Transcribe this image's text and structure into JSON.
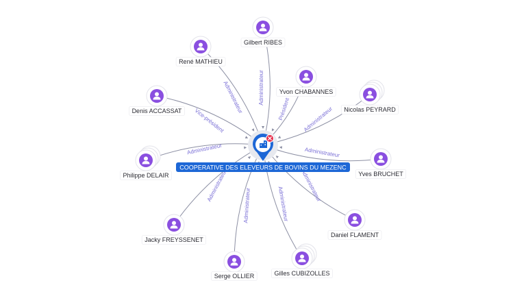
{
  "company": {
    "name": "COOPERATIVE DES ELEVEURS DE BOVINS DU MEZENC",
    "icon": "building-icon",
    "badge_icon": "close-icon",
    "pin_color": "#1d67d6",
    "badge_color": "#e5304d"
  },
  "person_color": "#8a4fe0",
  "person_icon": "user-icon",
  "people": [
    {
      "id": "gilbert-ribes",
      "name": "Gilbert RIBES",
      "role": "Administrateur"
    },
    {
      "id": "rene-mathieu",
      "name": "René MATHIEU",
      "role": "Administrateur"
    },
    {
      "id": "yvon-chabannes",
      "name": "Yvon CHABANNES",
      "role": "Président"
    },
    {
      "id": "nicolas-peyrard",
      "name": "Nicolas PEYRARD",
      "role": "Administrateur"
    },
    {
      "id": "denis-accassat",
      "name": "Denis ACCASSAT",
      "role": "Vice-président"
    },
    {
      "id": "philippe-delair",
      "name": "Philippe DELAIR",
      "role": "Administrateur"
    },
    {
      "id": "yves-bruchet",
      "name": "Yves BRUCHET",
      "role": "Administrateur"
    },
    {
      "id": "jacky-freyssenet",
      "name": "Jacky FREYSSENET",
      "role": "Administrateur"
    },
    {
      "id": "daniel-flament",
      "name": "Daniel FLAMENT",
      "role": "Administrateur"
    },
    {
      "id": "serge-ollier",
      "name": "Serge OLLIER",
      "role": "Administrateur"
    },
    {
      "id": "gilles-cubizolles",
      "name": "Gilles CUBIZOLLES",
      "role": "Administrateur"
    }
  ]
}
